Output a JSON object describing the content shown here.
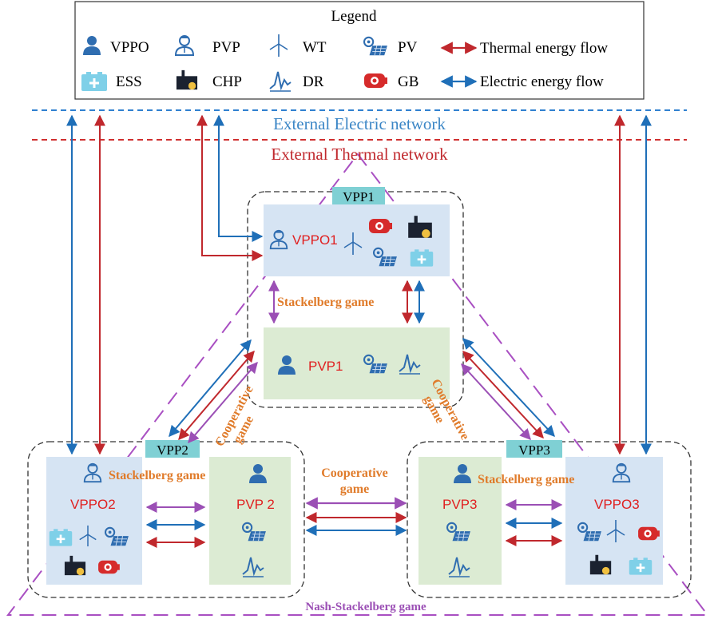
{
  "legend": {
    "title": "Legend",
    "items": [
      {
        "icon": "vppo-icon",
        "label": "VPPO"
      },
      {
        "icon": "pvp-icon",
        "label": "PVP"
      },
      {
        "icon": "wind-turbine-icon",
        "label": "WT"
      },
      {
        "icon": "solar-panel-icon",
        "label": "PV"
      },
      {
        "icon": "battery-icon",
        "label": "ESS"
      },
      {
        "icon": "chp-icon",
        "label": "CHP"
      },
      {
        "icon": "demand-response-icon",
        "label": "DR"
      },
      {
        "icon": "gas-boiler-icon",
        "label": "GB"
      }
    ],
    "flows": [
      {
        "label": "Thermal energy flow",
        "color": "#c0282d"
      },
      {
        "label": "Electric energy flow",
        "color": "#1f6fb8"
      }
    ]
  },
  "networks": {
    "electric": "External Electric network",
    "thermal": "External Thermal network"
  },
  "vpp1": {
    "tag": "VPP1",
    "operator": "VPPO1",
    "prosumer": "PVP1",
    "game": "Stackelberg game"
  },
  "vpp2": {
    "tag": "VPP2",
    "operator": "VPPO2",
    "prosumer": "PVP 2",
    "game": "Stackelberg game"
  },
  "vpp3": {
    "tag": "VPP3",
    "operator": "VPPO3",
    "prosumer": "PVP3",
    "game": "Stackelberg game"
  },
  "games": {
    "coop_left_line1": "Cooperative",
    "coop_left_line2": "game",
    "coop_right_line1": "Cooperative",
    "coop_right_line2": "game",
    "coop_bottom_line1": "Cooperative",
    "coop_bottom_line2": "game",
    "nash": "Nash-Stackelberg game"
  },
  "colors": {
    "thermal": "#c0282d",
    "electric": "#1f6fb8",
    "game": "#9b4fb5",
    "orange": "#e07b2a",
    "vppo_bg": "#d6e4f3",
    "pvp_bg": "#dcebd3",
    "tag_bg": "#7fd0d4"
  }
}
